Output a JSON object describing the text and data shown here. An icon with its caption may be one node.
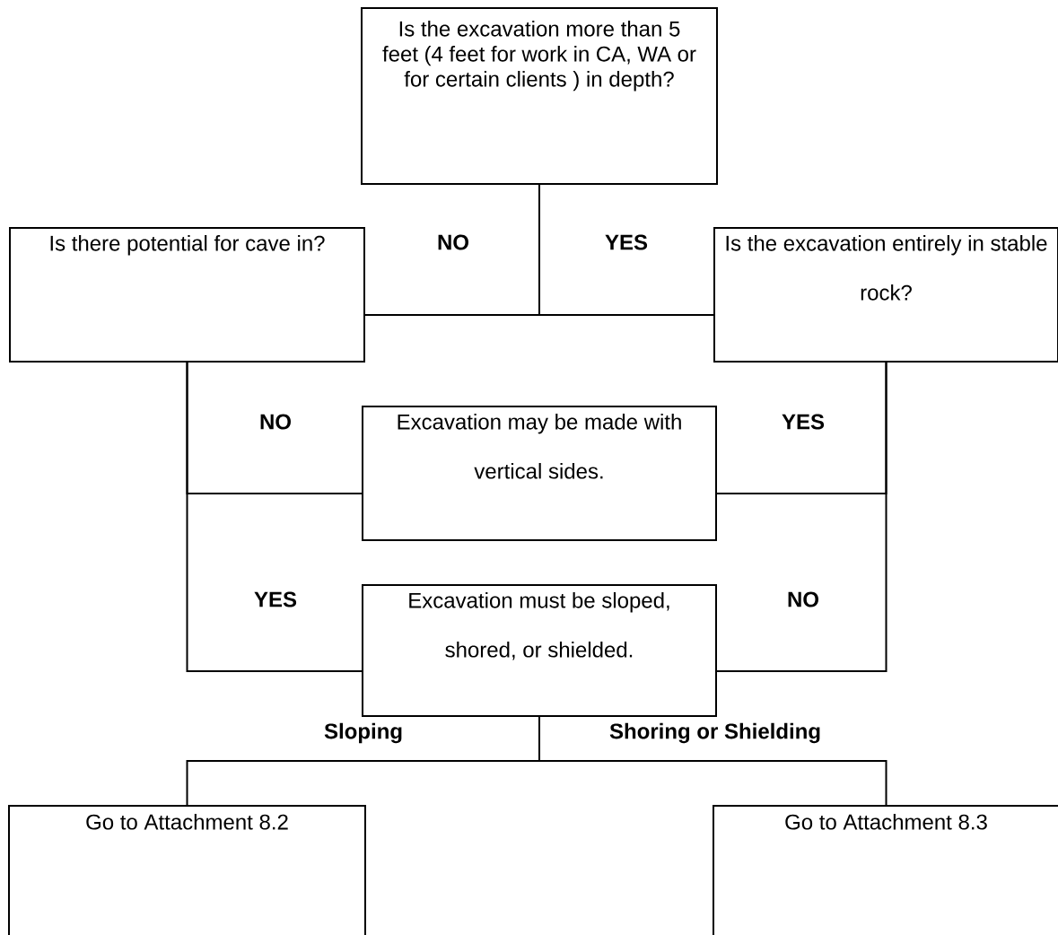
{
  "diagram": {
    "nodes": [
      {
        "text": [
          "Is the excavation more than 5 feet (4 feet for work in CA, WA or for certain clients ) in depth?"
        ]
      },
      {
        "text": [
          "Is there potential for cave in?"
        ]
      },
      {
        "text": [
          "Is the excavation entirely in stable rock?"
        ]
      },
      {
        "text": [
          "Excavation may be made with vertical sides."
        ]
      },
      {
        "text": [
          "Excavation must be sloped, shored, or shielded."
        ]
      },
      {
        "text": [
          "Go to Attachment 8.2"
        ]
      },
      {
        "text": [
          "Go to Attachment 8.3"
        ]
      }
    ],
    "edges": [
      {
        "from": 0,
        "to": 1,
        "arrow": "none",
        "label": "NO"
      },
      {
        "from": 0,
        "to": 2,
        "arrow": "none",
        "label": "YES"
      },
      {
        "from": 1,
        "to": 3,
        "arrow": "none",
        "label": "NO"
      },
      {
        "from": 1,
        "to": 4,
        "arrow": "none",
        "label": "YES"
      },
      {
        "from": 2,
        "to": 3,
        "arrow": "none",
        "label": "YES"
      },
      {
        "from": 2,
        "to": 4,
        "arrow": "none",
        "label": "NO"
      },
      {
        "from": 4,
        "to": 5,
        "arrow": "none",
        "label": "Sloping"
      },
      {
        "from": 4,
        "to": 6,
        "arrow": "none",
        "label": "Shoring or Shielding"
      }
    ]
  }
}
